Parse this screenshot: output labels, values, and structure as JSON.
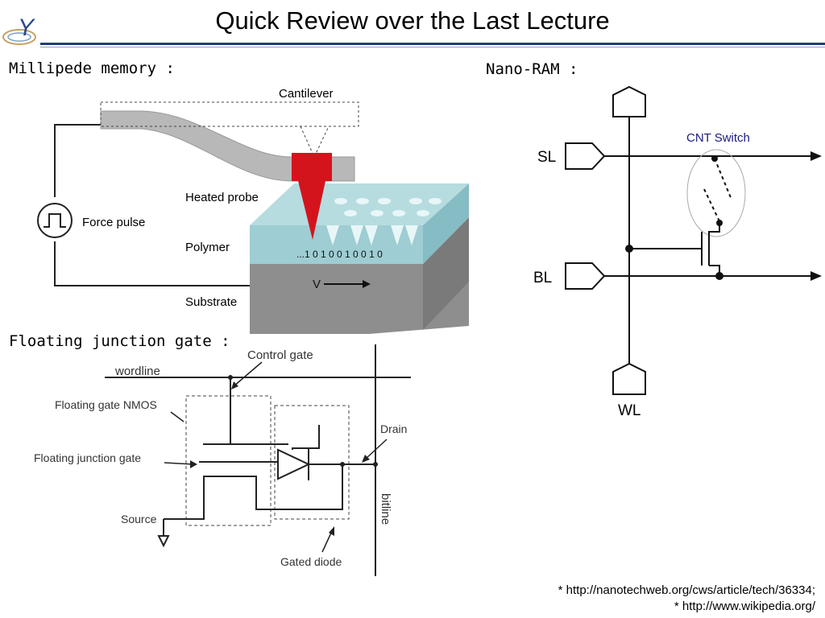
{
  "slide": {
    "title": "Quick Review over the Last Lecture",
    "logo_letter": "Y"
  },
  "millipede": {
    "label": "Millipede memory :",
    "cantilever": "Cantilever",
    "heated_probe": "Heated probe",
    "force_pulse": "Force pulse",
    "polymer": "Polymer",
    "substrate": "Substrate",
    "bits": "...1 0 1 0 0 1 0 0 1 0",
    "velocity": "V"
  },
  "nanoram": {
    "label": "Nano-RAM :",
    "sl": "SL",
    "bl": "BL",
    "wl": "WL",
    "cnt_switch": "CNT Switch",
    "cnt_color": "#1a1a80"
  },
  "fjg": {
    "label": "Floating junction gate :",
    "control_gate": "Control gate",
    "wordline": "wordline",
    "floating_gate_nmos": "Floating gate NMOS",
    "floating_junction_gate": "Floating junction gate",
    "source": "Source",
    "drain": "Drain",
    "bitline": "bitline",
    "gated_diode": "Gated diode"
  },
  "footer": {
    "line1": "* http://nanotechweb.org/cws/article/tech/36334;",
    "line2": "* http://www.wikipedia.org/"
  },
  "colors": {
    "title_rule": "#1f3d7a",
    "probe": "#d4141c",
    "polymer_top": "#a9d3d8",
    "polymer_side": "#8fc2c8",
    "substrate": "#8c8c8c"
  }
}
